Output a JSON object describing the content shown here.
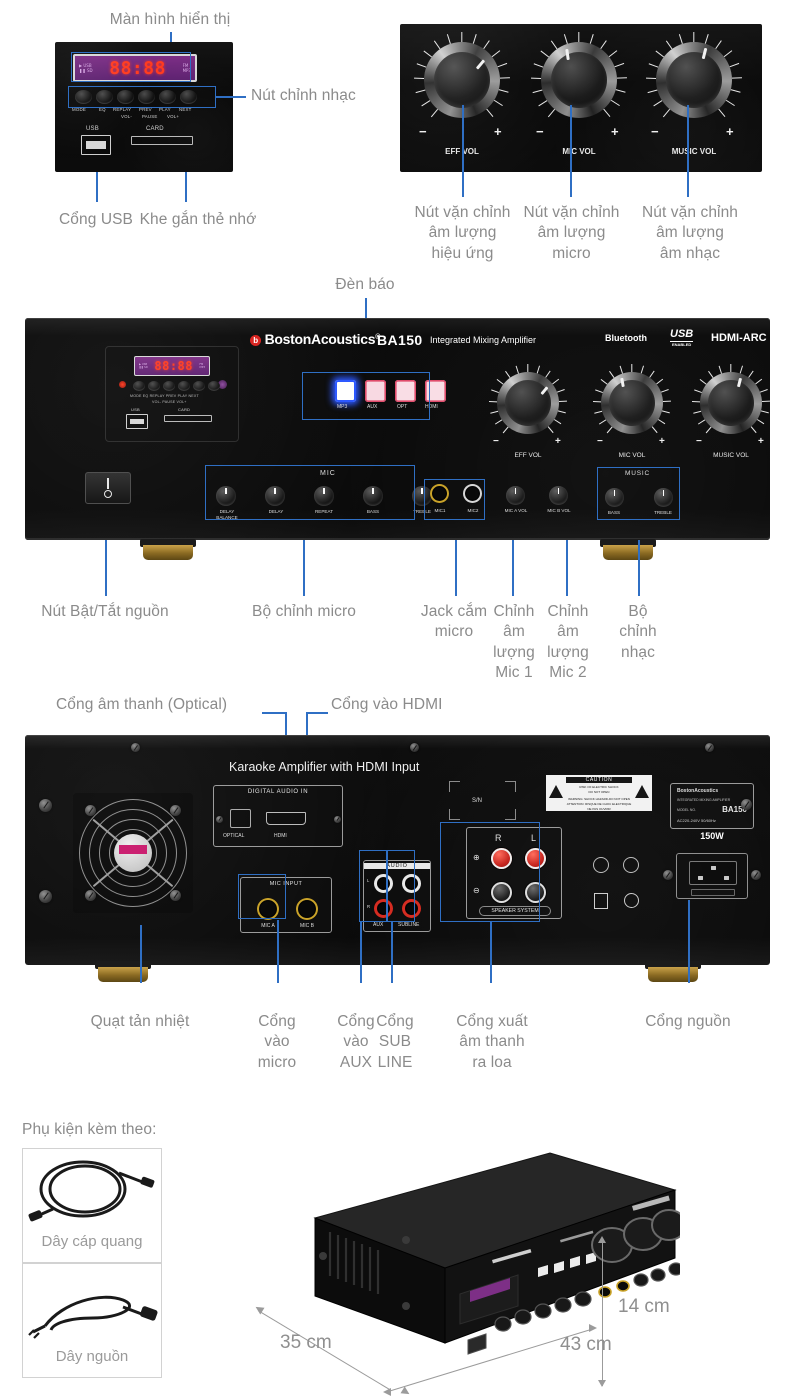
{
  "brand": {
    "name": "BostonAcoustics",
    "model": "BA150",
    "tagline": "Integrated Mixing Amplifier",
    "badges": [
      "Bluetooth",
      "USB",
      "ENABLED",
      "HDMI-ARC"
    ],
    "accent_blue": "#2f6fc4",
    "caption_gray": "#8b8b8b",
    "lcd_purple": "#6d2a7c",
    "digit_red": "#ff3b1f"
  },
  "section_top_left": {
    "callouts": {
      "display": "Màn hình hiển thị",
      "music_buttons": "Nút chỉnh nhạc",
      "usb_port": "Cổng USB",
      "card_slot": "Khe gắn thẻ nhớ"
    },
    "lcd": {
      "left_top": "▶ USB",
      "left_bottom": "❚❚ SD",
      "digits": "88:88",
      "right_top": "FM",
      "right_bottom": "MP3"
    },
    "button_labels_row1": [
      "MODE",
      "EQ",
      "REPLAY",
      "PREV",
      "PLAY",
      "NEXT"
    ],
    "button_labels_row2": [
      "VOL-",
      "PAUSE",
      "VOL+"
    ],
    "port_labels": {
      "usb": "USB",
      "card": "CARD"
    }
  },
  "section_top_right": {
    "knobs": [
      {
        "label": "EFF VOL",
        "caption": "Nút vặn chỉnh\nâm lượng\nhiệu ứng",
        "minus": "−",
        "plus": "+"
      },
      {
        "label": "MIC VOL",
        "caption": "Nút vặn chỉnh\nâm lượng\nmicro",
        "minus": "−",
        "plus": "+"
      },
      {
        "label": "MUSIC VOL",
        "caption": "Nút vặn chỉnh\nâm lượng\nâm nhạc",
        "minus": "−",
        "plus": "+"
      }
    ]
  },
  "front_panel": {
    "callout_indicator": "Đèn báo",
    "source_buttons": [
      {
        "label": "MP3",
        "state": "on",
        "color": "#ffffff"
      },
      {
        "label": "AUX",
        "state": "off",
        "color": "#f8d9e2"
      },
      {
        "label": "OPT",
        "state": "off",
        "color": "#f9dde5"
      },
      {
        "label": "HDMI",
        "state": "off",
        "color": "#f9dde5"
      }
    ],
    "mic_section": {
      "title": "MIC",
      "knobs": [
        "DELAY BALANCE",
        "DELAY",
        "REPEAT",
        "BASS",
        "TREBLE"
      ]
    },
    "jacks": [
      "MIC1",
      "MIC2"
    ],
    "mic_vol_knobs": [
      "MIC A VOL",
      "MIC B VOL"
    ],
    "music_section": {
      "title": "MUSIC",
      "knobs": [
        "BASS",
        "TREBLE"
      ]
    },
    "main_knobs": [
      "EFF VOL",
      "MIC VOL",
      "MUSIC VOL"
    ],
    "callouts": {
      "power": "Nút Bật/Tắt nguồn",
      "mic_controls": "Bộ chỉnh micro",
      "mic_jacks": "Jack cắm\nmicro",
      "mic1_vol": "Chỉnh\nâm\nlượng\nMic 1",
      "mic2_vol": "Chỉnh\nâm\nlượng\nMic 2",
      "music_controls": "Bộ\nchỉnh\nnhạc"
    }
  },
  "rear_panel": {
    "title": "Karaoke Amplifier with HDMI Input",
    "digital_audio_in": {
      "title": "DIGITAL AUDIO IN",
      "ports": [
        "OPTICAL",
        "HDMI"
      ]
    },
    "mic_input": {
      "title": "MIC INPUT",
      "ports": [
        "MIC A",
        "MIC B"
      ]
    },
    "audio": {
      "title": "AUDIO",
      "left": "L",
      "right": "R",
      "groups": [
        "AUX",
        "SUB LINE"
      ]
    },
    "speaker": {
      "title": "SPEAKER SYSTEM",
      "channels": [
        "R",
        "L"
      ],
      "plus": "⊕",
      "minus": "⊖"
    },
    "serial_label": "S/N",
    "caution": {
      "title": "CAUTION",
      "line1": "RISK OF ELECTRIC SHOCK",
      "line2": "DO NOT OPEN",
      "warn1": "WARNING: SHOCK HAZARD-DO NOT OPEN",
      "warn2": "ATTENTION: RISQUE DE CHOC ELECTRIQUE",
      "warn3": "NE PAS OUVRIR"
    },
    "spec_plate": {
      "brand": "BostonAcoustics",
      "type": "INTEGRATED MIXING AMPLIFIER",
      "model_key": "MODEL NO.",
      "model": "BA150",
      "voltage": "AC220-240V 50/60Hz",
      "power": "150W"
    },
    "callouts": {
      "optical": "Cổng âm thanh (Optical)",
      "hdmi": "Cổng vào HDMI",
      "fan": "Quạt tản nhiệt",
      "mic_in": "Cổng\nvào\nmicro",
      "aux_in": "Cổng\nvào\nAUX",
      "sub_line": "Cổng\nSUB\nLINE",
      "speaker_out": "Cổng xuất\nâm thanh\nra loa",
      "power_in": "Cổng nguồn"
    }
  },
  "accessories": {
    "title": "Phụ kiện kèm theo:",
    "items": [
      {
        "label": "Dây cáp quang",
        "icon": "optical-cable-icon"
      },
      {
        "label": "Dây nguồn",
        "icon": "power-cable-icon"
      }
    ]
  },
  "dimensions": {
    "depth": "35 cm",
    "width": "43 cm",
    "height": "14 cm"
  }
}
